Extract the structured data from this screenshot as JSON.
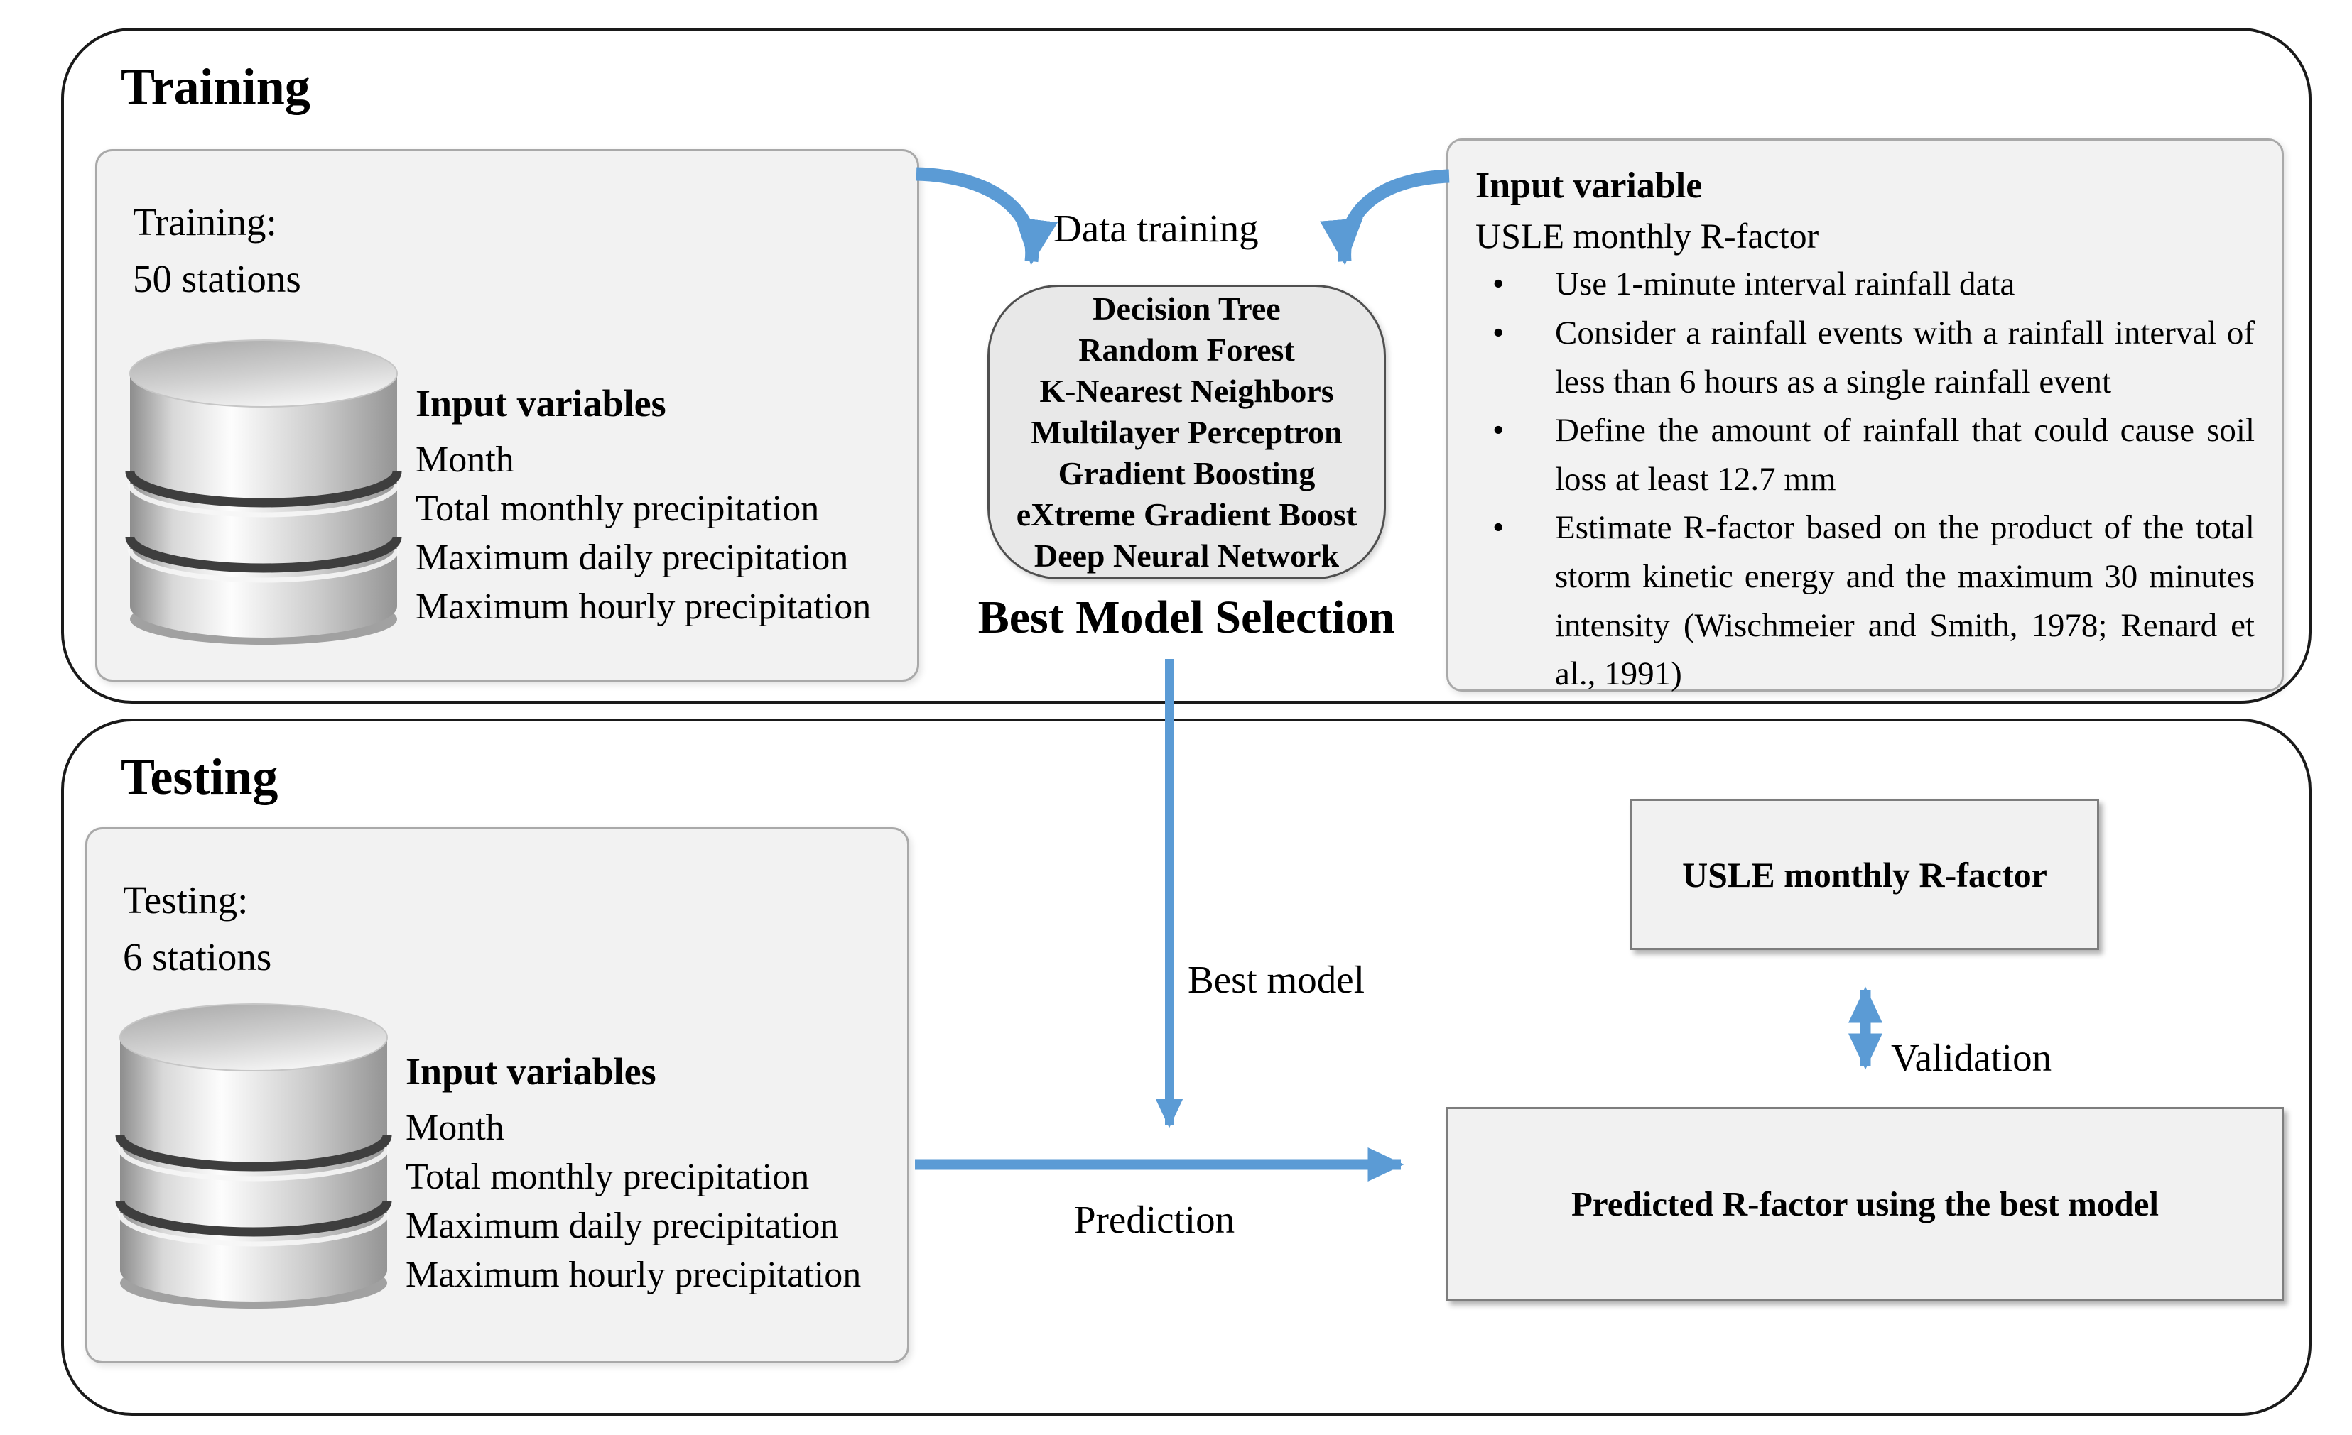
{
  "colors": {
    "arrow_blue": "#5B9BD5",
    "box_fill": "#f2f2f2",
    "models_fill": "#e8e8e8"
  },
  "training": {
    "title": "Training",
    "dataset_line1": "Training:",
    "dataset_line2": "50 stations",
    "input_vars_heading": "Input variables",
    "input_vars": [
      "Month",
      "Total monthly precipitation",
      "Maximum daily precipitation",
      "Maximum hourly precipitation"
    ],
    "data_training_label": "Data training",
    "models": [
      "Decision Tree",
      "Random Forest",
      "K-Nearest Neighbors",
      "Multilayer Perceptron",
      "Gradient Boosting",
      "eXtreme Gradient Boost",
      "Deep Neural Network"
    ],
    "best_model_selection_label": "Best Model Selection",
    "right_box": {
      "heading": "Input variable",
      "subheading": "USLE monthly R-factor",
      "bullets": [
        "Use 1-minute interval rainfall data",
        "Consider a rainfall events with a rainfall interval of less than 6 hours as a single rainfall event",
        "Define the amount of rainfall that could cause soil loss at least 12.7 mm",
        "Estimate R-factor based on the product of the total storm kinetic energy and the maximum 30 minutes intensity (Wischmeier and Smith, 1978; Renard et al., 1991)"
      ]
    }
  },
  "testing": {
    "title": "Testing",
    "dataset_line1": "Testing:",
    "dataset_line2": "6 stations",
    "input_vars_heading": "Input variables",
    "input_vars": [
      "Month",
      "Total monthly precipitation",
      "Maximum daily precipitation",
      "Maximum hourly precipitation"
    ],
    "best_model_label": "Best model",
    "prediction_label": "Prediction",
    "validation_label": "Validation",
    "usle_box_label": "USLE monthly R-factor",
    "predicted_box_label": "Predicted R-factor using the best model"
  }
}
